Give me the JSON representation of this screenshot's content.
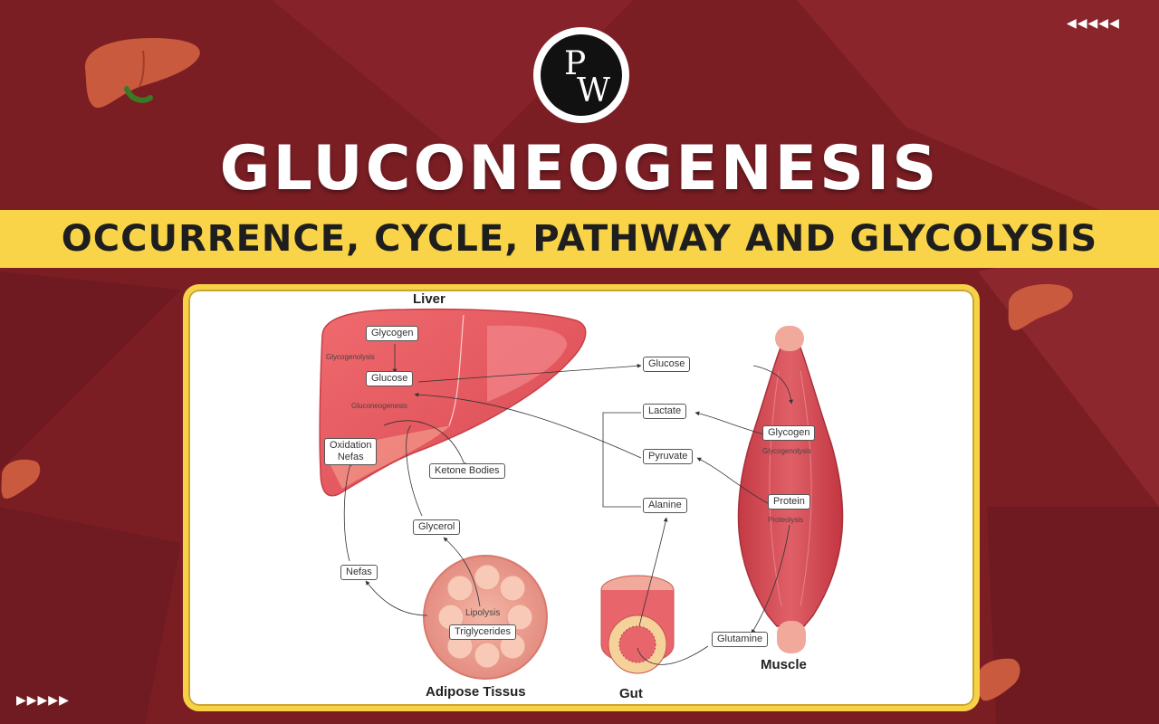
{
  "header": {
    "logo_p": "P",
    "logo_w": "W",
    "title": "GLUCONEOGENESIS",
    "subtitle": "OCCURRENCE,  CYCLE, PATHWAY AND GLYCOLYSIS"
  },
  "decor": {
    "arrows_top_right": "◀◀◀◀◀",
    "arrows_bottom_left": "▶▶▶▶▶"
  },
  "diagram": {
    "organs": {
      "liver": "Liver",
      "muscle": "Muscle",
      "adipose": "Adipose Tissus",
      "gut": "Gut"
    },
    "liver_labels": {
      "glycogen": "Glycogen",
      "glycogenolysis": "Glycogenolysis",
      "glucose": "Glucose",
      "gluconeogenesis": "Gluconeogenesis",
      "oxidation": "Oxidation",
      "nefas": "Nefas"
    },
    "middle_labels": {
      "glucose": "Glucose",
      "lactate": "Lactate",
      "pyruvate": "Pyruvate",
      "alanine": "Alanine",
      "ketone_bodies": "Ketone Bodies",
      "glycerol": "Glycerol",
      "nefas": "Nefas",
      "glutamine": "Glutamine"
    },
    "muscle_labels": {
      "glycogen": "Glycogen",
      "glycogenolysis": "Glycogenolysis",
      "protein": "Protein",
      "proteolysis": "Proteolysis"
    },
    "adipose_labels": {
      "lipolysis": "Lipolysis",
      "triglycerides": "Triglycerides"
    }
  },
  "colors": {
    "background": "#7a1e24",
    "band": "#f9d448",
    "card_border": "#f7d244",
    "organ_red": "#e2555b"
  }
}
